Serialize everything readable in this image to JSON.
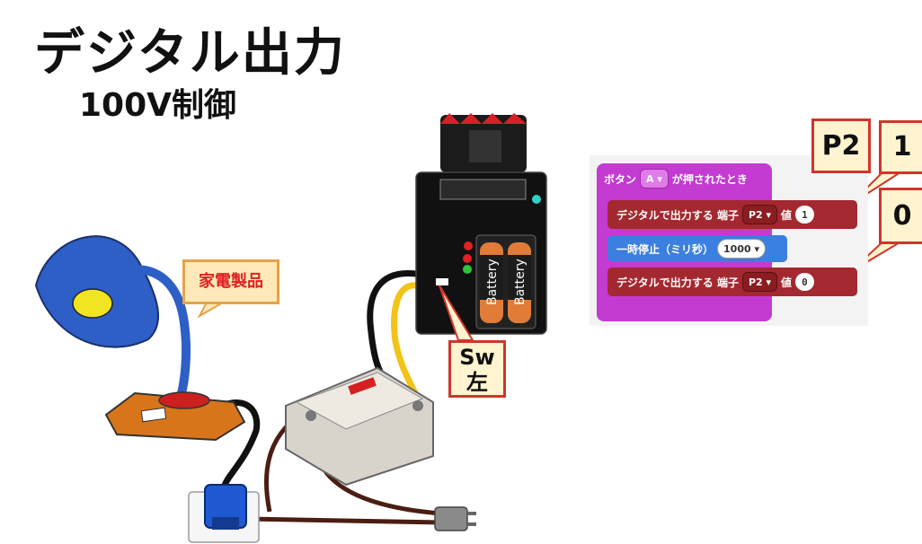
{
  "title": "デジタル出力",
  "subtitle": "100V制御",
  "labels": {
    "appliance": "家電製品",
    "switch_line1": "Sw",
    "switch_line2": "左",
    "pin": "P2",
    "value_high": "1",
    "value_low": "0"
  },
  "board": {
    "battery1": "Battery",
    "battery2": "Battery"
  },
  "blocks": {
    "hat": {
      "prefix": "ボタン",
      "button": "A",
      "suffix": "が押されたとき"
    },
    "write1": {
      "label": "デジタルで出力する 端子",
      "pin": "P2",
      "value_label": "値",
      "value": "1"
    },
    "pause": {
      "label": "一時停止（ミリ秒）",
      "value": "1000"
    },
    "write2": {
      "label": "デジタルで出力する 端子",
      "pin": "P2",
      "value_label": "値",
      "value": "0"
    }
  },
  "colors": {
    "callout_border": "#d0352b",
    "callout_fill": "#fff4cf",
    "makecode_input": "#c33bd1",
    "makecode_pins": "#a4282f",
    "makecode_basic": "#3b7fe0",
    "lamp_blue": "#2d5fc6",
    "lamp_orange": "#d8751a",
    "wire_black": "#111111",
    "wire_yellow": "#f2c318",
    "wire_brown": "#4a1e12"
  }
}
